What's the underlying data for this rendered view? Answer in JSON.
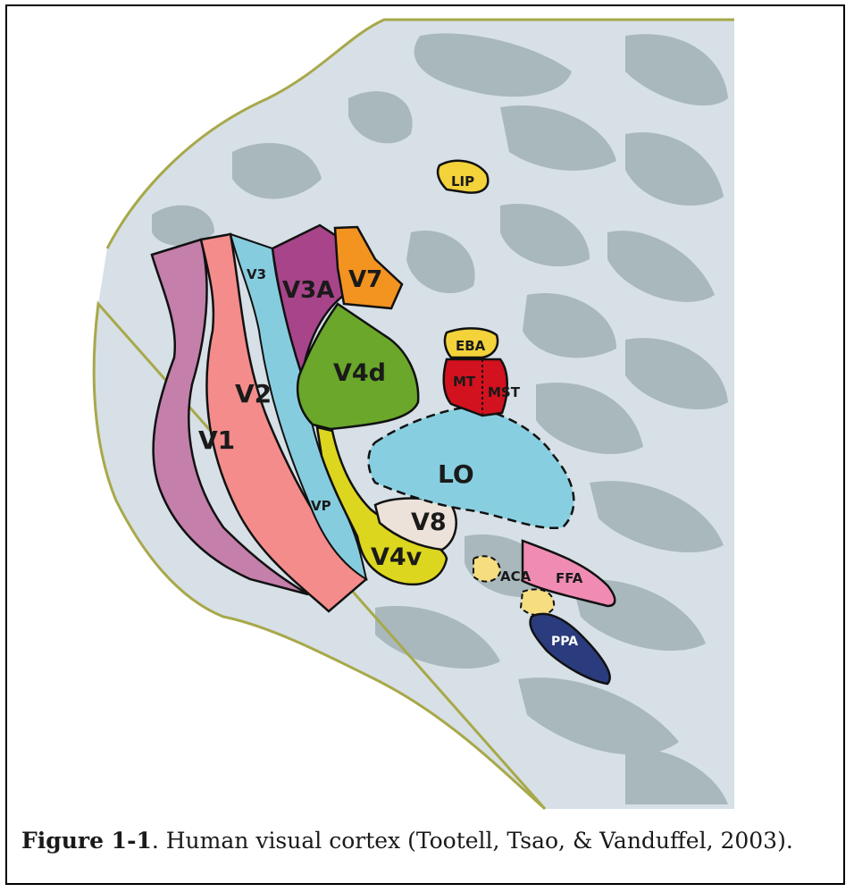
{
  "figure": {
    "caption_label": "Figure 1-1",
    "caption_text": ". Human visual cortex (Tootell, Tsao, & Vanduffel, 2003)."
  },
  "regions": {
    "v1": "V1",
    "v2": "V2",
    "v3": "V3",
    "v3a": "V3A",
    "v7": "V7",
    "v4d": "V4d",
    "vp": "VP",
    "v4v": "V4v",
    "v8": "V8",
    "lo": "LO",
    "eba": "EBA",
    "mt": "MT",
    "mst": "MST",
    "lip": "LIP",
    "aca": "ACA",
    "ffa": "FFA",
    "ppa": "PPA"
  },
  "colors": {
    "cortex_light": "#d6e0e6",
    "cortex_dark": "#a8b8bc",
    "outline": "#a8a84a",
    "v1": "#c47fab",
    "v2": "#f48c8c",
    "v3_vp": "#86ccdf",
    "v3a": "#a8448a",
    "v7": "#f39320",
    "v4d": "#6aa72a",
    "v4v": "#dcd61e",
    "v8": "#ece2da",
    "lo": "#87cfe0",
    "eba": "#f3d23a",
    "mt": "#d2121e",
    "lip": "#f3d23a",
    "aca": "#f5dd80",
    "ffa": "#f08cb4",
    "ppa": "#2a3c7e"
  }
}
